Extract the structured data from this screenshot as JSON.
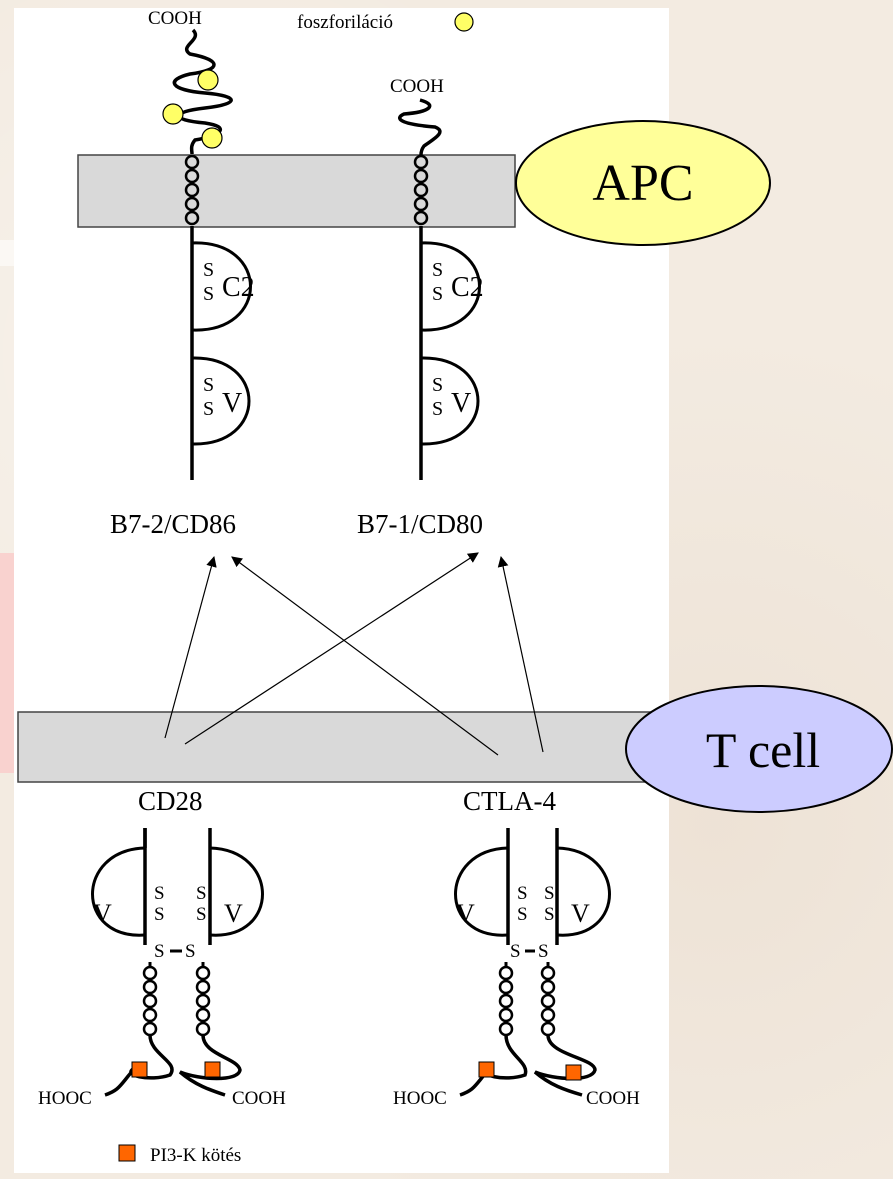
{
  "legend": {
    "phospho_label": "foszforiláció",
    "pi3k_label": "PI3-K kötés"
  },
  "cells": {
    "apc": "APC",
    "tcell": "T cell"
  },
  "b7": {
    "cd86": {
      "name": "B7-2/CD86",
      "cooh": "COOH",
      "domain_c2": "C2",
      "domain_v": "V",
      "ss_top": "S",
      "ss_bottom": "S"
    },
    "cd80": {
      "name": "B7-1/CD80",
      "cooh": "COOH",
      "domain_c2": "C2",
      "domain_v": "V",
      "ss_top": "S",
      "ss_bottom": "S"
    }
  },
  "receptors": {
    "cd28": {
      "name": "CD28",
      "domain_v": "V",
      "ss": "S",
      "ss_bridge": "S",
      "left_terminus": "HOOC",
      "right_terminus": "COOH"
    },
    "ctla4": {
      "name": "CTLA-4",
      "domain_v": "V",
      "ss": "S",
      "ss_bridge": "S",
      "left_terminus": "HOOC",
      "right_terminus": "COOH"
    }
  },
  "colors": {
    "membrane": "#d9d9d9",
    "apc_fill": "#ffff99",
    "tcell_fill": "#ccccff",
    "phospho": "#ffff66",
    "pi3k": "#ff6600"
  }
}
